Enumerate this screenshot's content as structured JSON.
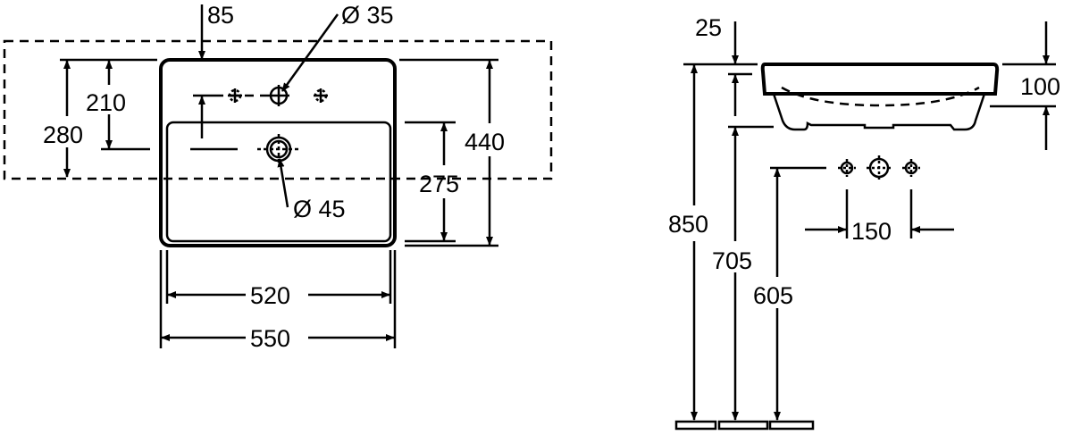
{
  "plan_view": {
    "dim_tap_offset": "85",
    "dim_tap_hole": "Ø 35",
    "dim_drain_hole": "Ø 45",
    "dim_tap_from_back": "210",
    "dim_depth_cutout": "280",
    "dim_bowl_depth": "275",
    "dim_overall_depth": "440",
    "dim_bowl_width": "520",
    "dim_overall_width": "550"
  },
  "side_view": {
    "dim_rim": "25",
    "dim_height": "100",
    "dim_top_height": "850",
    "dim_bottom_height": "705",
    "dim_tap_height": "605",
    "dim_tap_spacing": "150"
  }
}
